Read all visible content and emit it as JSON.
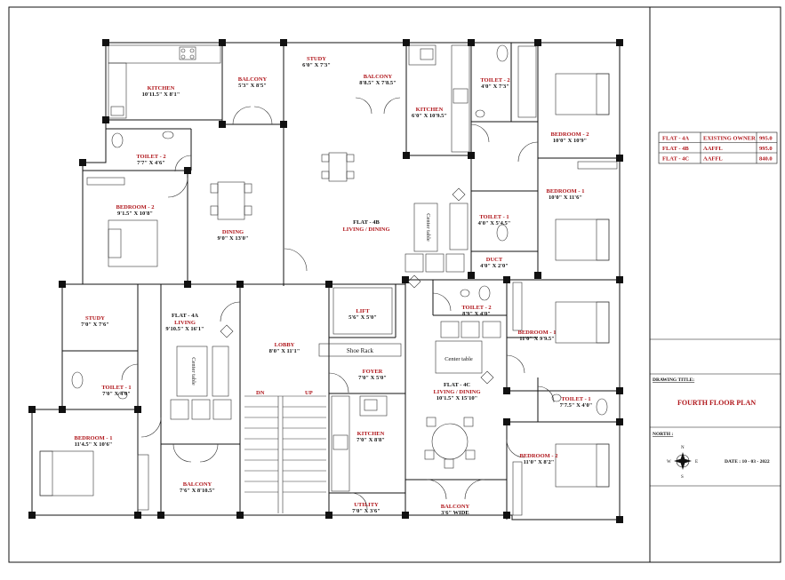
{
  "flat_table": {
    "rows": [
      {
        "flat": "FLAT - 4A",
        "owner": "EXISTING OWNER",
        "area": "995.0"
      },
      {
        "flat": "FLAT - 4B",
        "owner": "AAFFL",
        "area": "995.0"
      },
      {
        "flat": "FLAT - 4C",
        "owner": "AAFFL",
        "area": "840.0"
      }
    ]
  },
  "title_block": {
    "drawing_title_label": "DRAWING TITLE:",
    "drawing_title": "FOURTH FLOOR PLAN",
    "north_label": "NORTH :",
    "date": "DATE : 10 - 03 - 2022",
    "compass": {
      "n": "N",
      "s": "S",
      "e": "E",
      "w": "W"
    }
  },
  "flat_labels": {
    "flat_4a": "FLAT - 4A",
    "flat_4b": "FLAT - 4B",
    "flat_4c": "FLAT - 4C"
  },
  "rooms": {
    "kitchen_4a": {
      "name": "KITCHEN",
      "dim": "10'11.5\" X 8'1\""
    },
    "balcony_top_1": {
      "name": "BALCONY",
      "dim": "5'3\" X 8'5\""
    },
    "study_top": {
      "name": "STUDY",
      "dim": "6'0\" X 7'3\""
    },
    "balcony_top_2": {
      "name": "BALCONY",
      "dim": "8'8.5\" X 7'8.5\""
    },
    "kitchen_4b": {
      "name": "KITCHEN",
      "dim": "6'0\" X 10'9.5\""
    },
    "toilet_2_top_right": {
      "name": "TOILET - 2",
      "dim": "4'0\" X 7'3\""
    },
    "toilet_2_left": {
      "name": "TOILET - 2",
      "dim": "7'7\" X 4'6\""
    },
    "bedroom_2_left": {
      "name": "BEDROOM - 2",
      "dim": "9'1.5\" X 10'8\""
    },
    "dining_4b": {
      "name": "DINING",
      "dim": "9'0\" X 13'0\""
    },
    "living_4b": {
      "name": "LIVING / DINING",
      "dim": ""
    },
    "bedroom_2_top_right": {
      "name": "BEDROOM - 2",
      "dim": "10'0\" X 10'9\""
    },
    "bedroom_1_right": {
      "name": "BEDROOM - 1",
      "dim": "10'0\" X 11'6\""
    },
    "toilet_1_right": {
      "name": "TOILET - 1",
      "dim": "4'0\" X 5'4.5\""
    },
    "duct": {
      "name": "DUCT",
      "dim": "4'0\" X 2'0\""
    },
    "study_4a": {
      "name": "STUDY",
      "dim": "7'0\" X 7'6\""
    },
    "living_4a": {
      "name": "LIVING",
      "dim": "9'10.5\" X 16'1\""
    },
    "lift": {
      "name": "LIFT",
      "dim": "5'6\" X 5'0\""
    },
    "lobby": {
      "name": "LOBBY",
      "dim": "8'0\" X 11'1\""
    },
    "toilet_2_4c": {
      "name": "TOILET - 2",
      "dim": "8'9\" X 4'0\""
    },
    "bedroom_1_4c": {
      "name": "BEDROOM - 1",
      "dim": "11'0\" X 9'9.5\""
    },
    "toilet_1_4a": {
      "name": "TOILET - 1",
      "dim": "7'0\" X 4'0\""
    },
    "foyer": {
      "name": "FOYER",
      "dim": "7'0\" X 5'0\""
    },
    "living_4c": {
      "name": "LIVING / DINING",
      "dim": "10'1.5\" X 15'10\""
    },
    "toilet_1_4c": {
      "name": "TOILET - 1",
      "dim": "7'7.5\" X 4'0\""
    },
    "bedroom_1_4a": {
      "name": "BEDROOM - 1",
      "dim": "11'4.5\" X 10'6\""
    },
    "kitchen_4c": {
      "name": "KITCHEN",
      "dim": "7'0\" X 8'8\""
    },
    "bedroom_2_4c": {
      "name": "BEDROOM - 2",
      "dim": "11'0\" X 8'2\""
    },
    "balcony_4a": {
      "name": "BALCONY",
      "dim": "7'6\" X 8'10.5\""
    },
    "utility": {
      "name": "UTILITY",
      "dim": "7'0\" X 3'6\""
    },
    "balcony_4c": {
      "name": "BALCONY",
      "dim": "3'6\" WIDE"
    }
  },
  "annotations": {
    "shoe_rack": "Shoe Rack",
    "center_table_4b": "Center table",
    "center_table_4a": "Center table",
    "center_table_4c": "Center table",
    "stair_dn": "DN",
    "stair_up": "UP"
  }
}
